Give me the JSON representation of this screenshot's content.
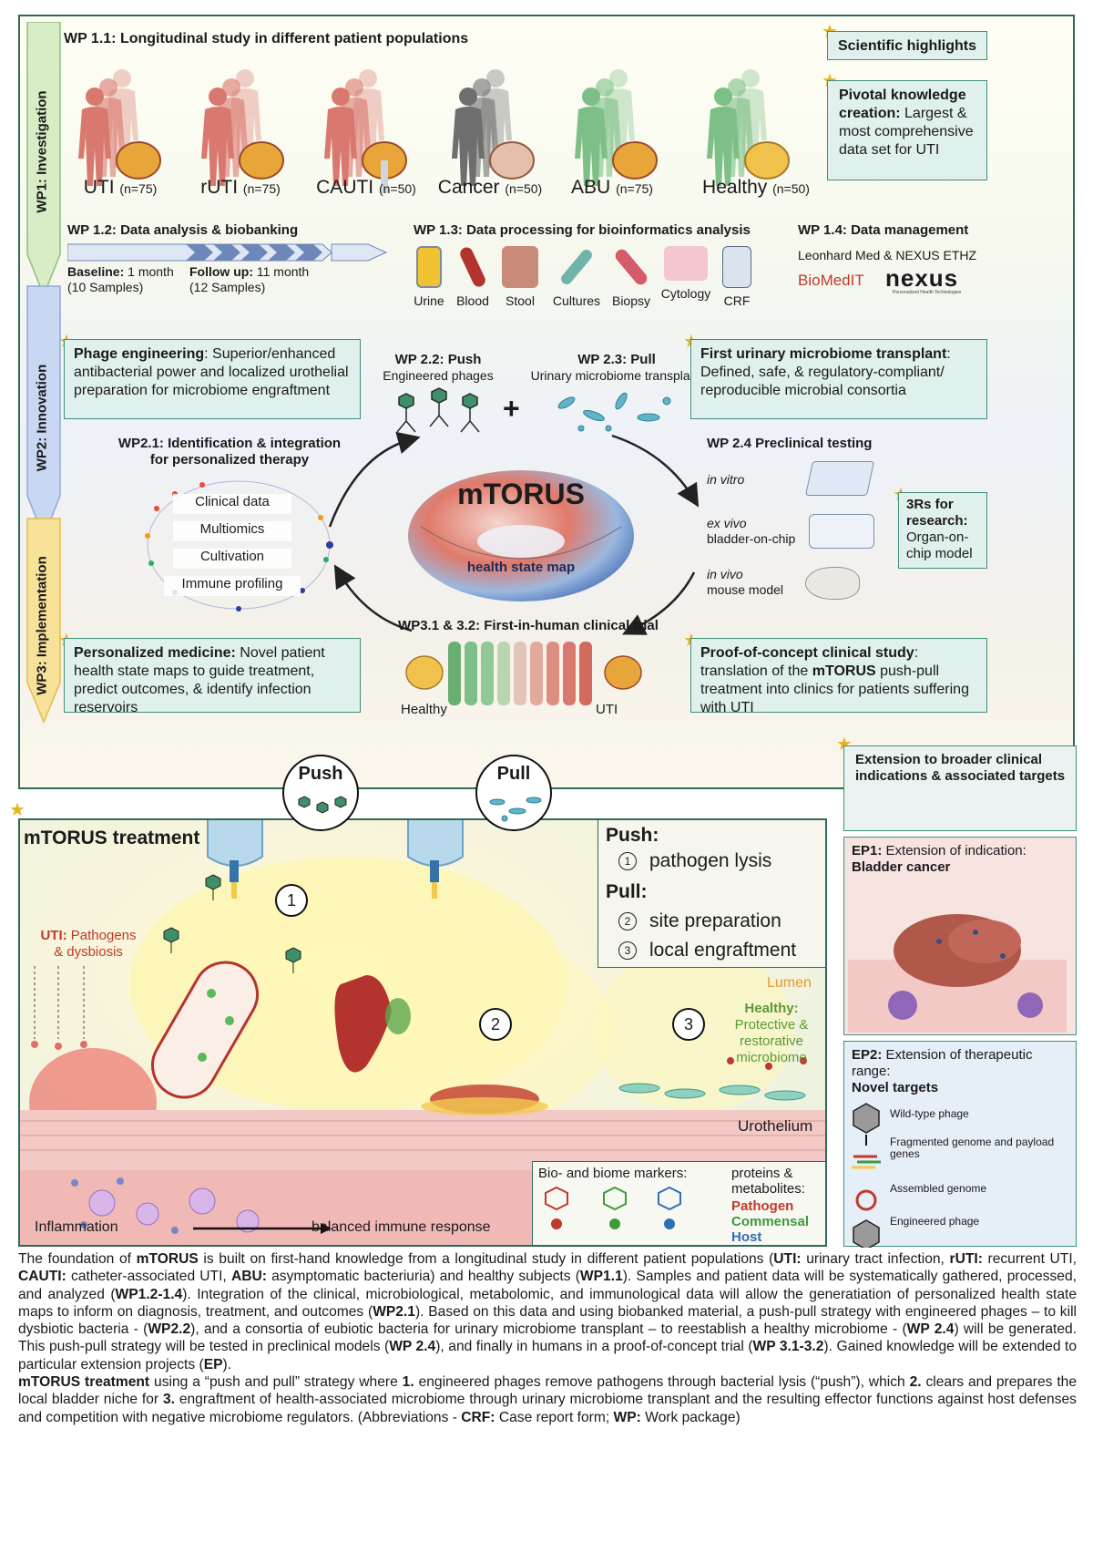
{
  "wp_arrows": {
    "investigation": "WP1:  Investigation",
    "innovation": "WP2:  Innovation",
    "implementation": "WP3:  Implementation"
  },
  "wp11": {
    "title": "WP 1.1: Longitudinal study in different patient populations",
    "populations": [
      {
        "name": "UTI",
        "n": "(n=75)",
        "color": "#d9786e"
      },
      {
        "name": "rUTI",
        "n": "(n=75)",
        "color": "#d9786e"
      },
      {
        "name": "CAUTI",
        "n": "(n=50)",
        "color": "#d9786e"
      },
      {
        "name": "Cancer",
        "n": "(n=50)",
        "color": "#6e6e6e"
      },
      {
        "name": "ABU",
        "n": "(n=75)",
        "color": "#7dbf86"
      },
      {
        "name": "Healthy",
        "n": "(n=50)",
        "color": "#7dbf86"
      }
    ]
  },
  "highlights": {
    "header": "Scientific highlights",
    "pivotal_bold": "Pivotal knowledge creation:",
    "pivotal_text": " Largest & most comprehensive data set for UTI"
  },
  "wp12": {
    "title": "WP 1.2: Data analysis & biobanking",
    "baseline_bold": "Baseline:",
    "baseline_text": " 1 month",
    "baseline_samples": "(10 Samples)",
    "followup_bold": "Follow up:",
    "followup_text": " 11 month",
    "followup_samples": "(12 Samples)"
  },
  "wp13": {
    "title": "WP 1.3: Data processing for bioinformatics analysis",
    "samples": [
      {
        "label": "Urine",
        "color": "#f1c232"
      },
      {
        "label": "Blood",
        "color": "#b3342e"
      },
      {
        "label": "Stool",
        "color": "#c98a7a"
      },
      {
        "label": "Cultures",
        "color": "#6fb3a9"
      },
      {
        "label": "Biopsy",
        "color": "#d55b6a"
      },
      {
        "label": "Cytology",
        "color": "#f3c6d0"
      },
      {
        "label": "CRF",
        "color": "#dbe3ee"
      }
    ]
  },
  "wp14": {
    "title": "WP 1.4: Data management",
    "subtitle": "Leonhard Med & NEXUS ETHZ",
    "biomedit": "BioMedIT",
    "nexus": "nexus",
    "nexus_sub": "Personalized Health Technologies"
  },
  "phage_eng": {
    "bold": "Phage engineering",
    "text": ": Superior/enhanced antibacterial power and localized urothelial preparation for microbiome engraftment"
  },
  "wp22": {
    "title": "WP 2.2: Push",
    "sub": "Engineered phages"
  },
  "plus": "+",
  "wp23": {
    "title": "WP 2.3: Pull",
    "sub": "Urinary microbiome transplant"
  },
  "first_transplant": {
    "bold": "First urinary microbiome transplant",
    "text": ": Defined, safe, & regulatory-compliant/ reproducible microbial consortia"
  },
  "wp21": {
    "title": "WP2.1: Identification & integration for personalized therapy",
    "layers": [
      "Clinical data",
      "Multiomics",
      "Cultivation",
      "Immune profiling"
    ]
  },
  "mtorus": {
    "title": "mTORUS",
    "sub": "health state map"
  },
  "wp24": {
    "title": "WP 2.4 Preclinical testing",
    "invitro": "in vitro",
    "exvivo": "ex vivo",
    "exvivo_sub": "bladder-on-chip",
    "invivo": "in vivo",
    "invivo_sub": "mouse model"
  },
  "threers": {
    "bold": "3Rs for research:",
    "text": " Organ-on-chip model"
  },
  "wp31": {
    "title": "WP3.1 & 3.2: First-in-human clinical trial",
    "healthy": "Healthy",
    "uti": "UTI"
  },
  "personalized": {
    "bold": "Personalized medicine:",
    "text": " Novel patient health state maps to guide treatment, predict outcomes, & identify infection reservoirs"
  },
  "poc": {
    "bold1": "Proof-of-concept clinical study",
    "text1": ": translation of the ",
    "bold2": "mTORUS",
    "text2": " push-pull treatment into clinics for patients suffering with UTI"
  },
  "treatment": {
    "title": "mTORUS treatment",
    "push_bubble": "Push",
    "pull_bubble": "Pull",
    "legend_push": "Push",
    "legend_pull": "Pull",
    "colon": ":",
    "step1": "pathogen lysis",
    "step2": "site preparation",
    "step3": "local engraftment",
    "num1": "1",
    "num2": "2",
    "num3": "3",
    "uti_bold": "UTI:",
    "uti_text": " Pathogens & dysbiosis",
    "lumen": "Lumen",
    "healthy_bold": "Healthy:",
    "healthy_text": "Protective & restorative microbiome",
    "urothelium": "Urothelium",
    "inflammation": "Inflammation",
    "balanced": "balanced immune response",
    "markers_title": "Bio- and biome markers:",
    "markers_pm": "proteins & metabolites:",
    "pathogen": "Pathogen",
    "commensal": "Commensal",
    "host": "Host",
    "colors": {
      "pathogen": "#c0392b",
      "commensal": "#3d9a3d",
      "host": "#2f6fb5"
    }
  },
  "extension": {
    "header": "Extension to broader clinical indications & associated targets",
    "ep1_bold": "EP1:",
    "ep1_text": " Extension of indication:",
    "ep1_target": "Bladder cancer",
    "ep2_bold": "EP2:",
    "ep2_text": " Extension of therapeutic range:",
    "ep2_target": "Novel targets",
    "steps": [
      "Wild-type phage",
      "Fragmented genome and payload genes",
      "Assembled genome",
      "Engineered phage"
    ]
  },
  "caption": {
    "p1": [
      {
        "t": "The foundation of "
      },
      {
        "b": "mTORUS"
      },
      {
        "t": " is built on first-hand knowledge from a longitudinal study in different patient populations ("
      },
      {
        "b": "UTI:"
      },
      {
        "t": " urinary tract infection, "
      },
      {
        "b": "rUTI:"
      },
      {
        "t": " recurrent UTI, "
      },
      {
        "b": "CAUTI:"
      },
      {
        "t": " catheter-associated UTI, "
      },
      {
        "b": "ABU:"
      },
      {
        "t": " asymptomatic bacteriuria) and healthy subjects ("
      },
      {
        "b": "WP1.1"
      },
      {
        "t": "). Samples and patient data will be systematically gathered, processed, and analyzed ("
      },
      {
        "b": "WP1.2-1.4"
      },
      {
        "t": "). Integration of the clinical, microbiological, metabolomic, and immunological data will allow the generatiation of personalized health state maps to inform on diagnosis, treatment, and outcomes ("
      },
      {
        "b": "WP2.1"
      },
      {
        "t": "). Based on this data and using biobanked material, a push-pull strategy with engineered phages – to kill dysbiotic bacteria - ("
      },
      {
        "b": "WP2.2"
      },
      {
        "t": "), and a consortia of eubiotic bacteria for urinary microbiome transplant – to reestablish a healthy microbiome - ("
      },
      {
        "b": "WP 2.4"
      },
      {
        "t": ") will be generated. This push-pull strategy will be tested in preclinical models ("
      },
      {
        "b": "WP 2.4"
      },
      {
        "t": "), and finally in humans in a proof-of-concept trial ("
      },
      {
        "b": "WP 3.1-3.2"
      },
      {
        "t": "). Gained knowledge will be extended to particular extension projects ("
      },
      {
        "b": "EP"
      },
      {
        "t": ")."
      }
    ],
    "p2": [
      {
        "b": "mTORUS treatment"
      },
      {
        "t": " using a “push and pull” strategy where "
      },
      {
        "b": "1."
      },
      {
        "t": " engineered phages remove pathogens through bacterial lysis (“push”), which "
      },
      {
        "b": "2."
      },
      {
        "t": " clears  and prepares the local bladder niche for "
      },
      {
        "b": "3."
      },
      {
        "t": " engraftment of health-associated microbiome through urinary microbiome transplant and the resulting effector functions against host defenses and competition with negative microbiome regulators.  (Abbreviations - "
      },
      {
        "b": "CRF:"
      },
      {
        "t": " Case report form; "
      },
      {
        "b": "WP:"
      },
      {
        "t": " Work package)"
      }
    ]
  }
}
